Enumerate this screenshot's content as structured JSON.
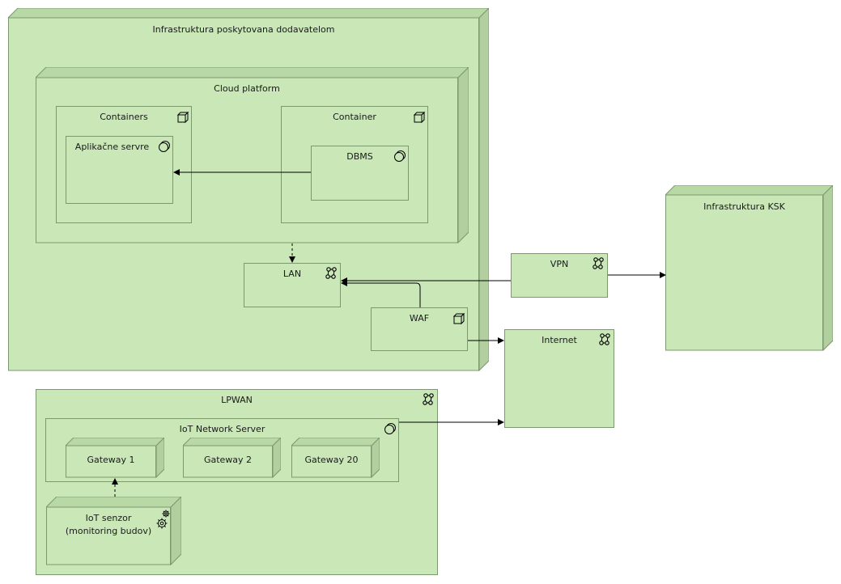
{
  "nodes": {
    "vendor_infra": "Infrastruktura poskytovana dodavatelom",
    "cloud_platform": "Cloud platform",
    "containers": "Containers",
    "container": "Container",
    "app_servers": "Aplikačne servre",
    "dbms": "DBMS",
    "lan": "LAN",
    "waf": "WAF",
    "vpn": "VPN",
    "ksk_infra": "Infrastruktura KSK",
    "internet": "Internet",
    "lpwan": "LPWAN",
    "iot_network_server": "IoT Network Server",
    "gateway_1": "Gateway 1",
    "gateway_2": "Gateway 2",
    "gateway_20": "Gateway 20",
    "iot_sensor_line1": "IoT senzor",
    "iot_sensor_line2": "(monitoring budov)"
  },
  "icons": {
    "node": "node-icon",
    "network": "network-icon",
    "system_software": "system-software-icon",
    "device": "device-icon"
  },
  "colors": {
    "fill": "#c9e7b7",
    "side": "#b1cf9f",
    "border": "#7a9a6e",
    "line": "#000000"
  }
}
